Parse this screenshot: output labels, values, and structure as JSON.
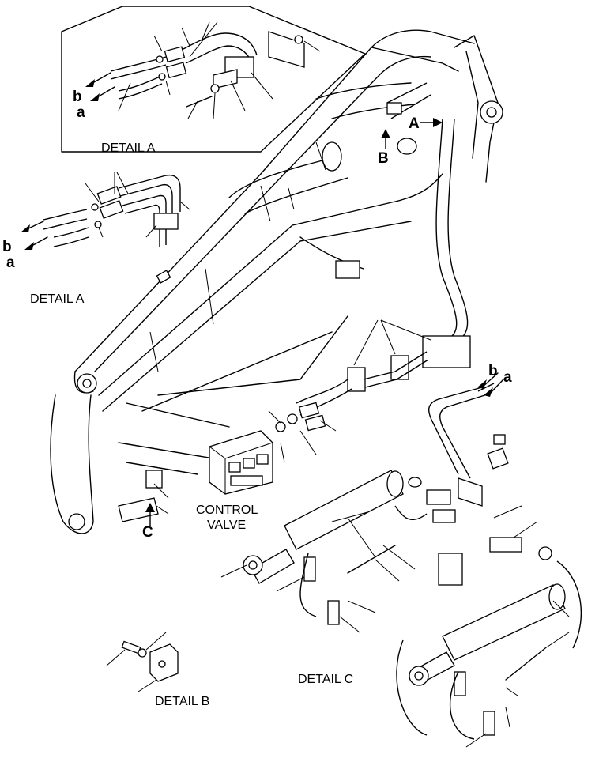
{
  "labels": {
    "detail_a_top": "DETAIL A",
    "detail_a_left": "DETAIL A",
    "detail_b": "DETAIL B",
    "detail_c": "DETAIL C",
    "control_valve_line1": "CONTROL",
    "control_valve_line2": "VALVE",
    "view_a": "A",
    "view_b": "B",
    "view_c": "C",
    "hose_b": "b",
    "hose_a": "a"
  }
}
